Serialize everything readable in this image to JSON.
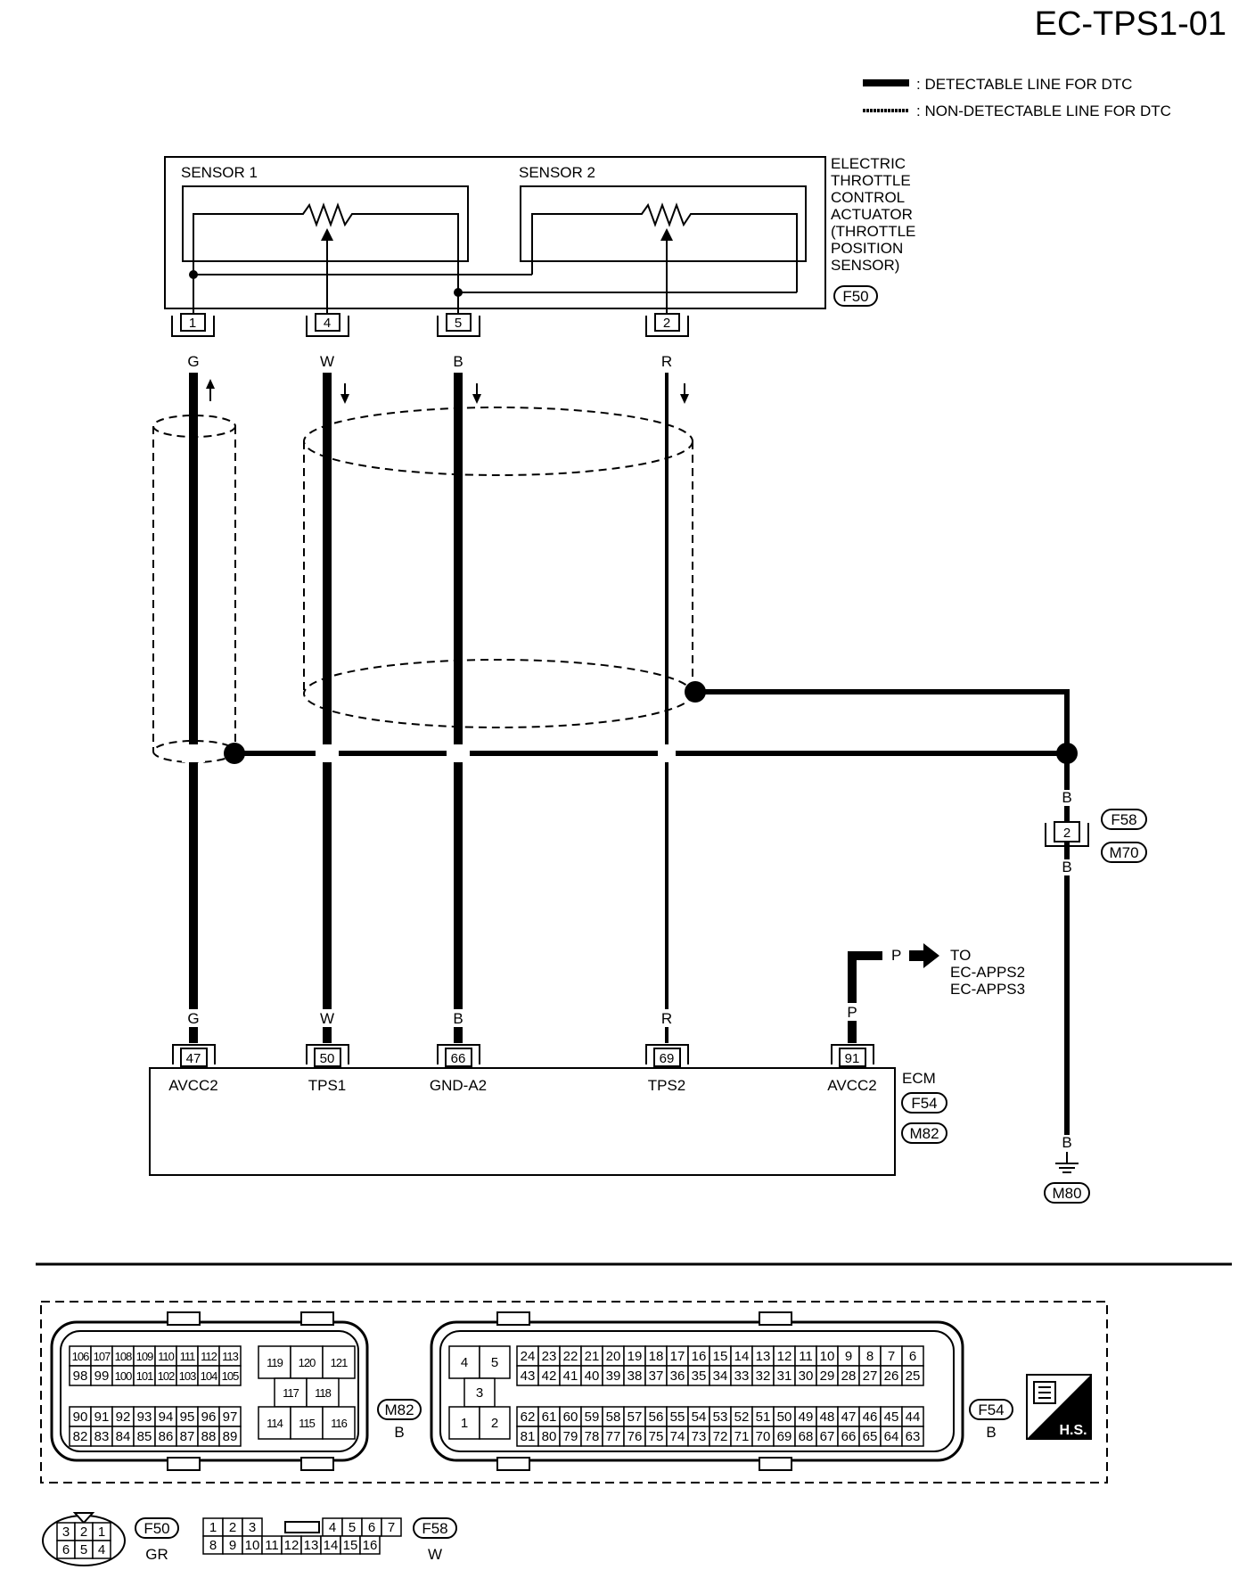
{
  "page_title": "EC-TPS1-01",
  "legend": {
    "detectable": ": DETECTABLE LINE FOR DTC",
    "non_detectable": ": NON-DETECTABLE LINE FOR DTC"
  },
  "actuator": {
    "sensor1_label": "SENSOR 1",
    "sensor2_label": "SENSOR 2",
    "name_lines": [
      "ELECTRIC",
      "THROTTLE",
      "CONTROL",
      "ACTUATOR",
      "(THROTTLE",
      "POSITION",
      "SENSOR)"
    ],
    "connector_id": "F50",
    "pins": [
      "1",
      "4",
      "5",
      "2"
    ],
    "wire_colors": [
      "G",
      "W",
      "B",
      "R"
    ]
  },
  "ground_path": {
    "color_top": "B",
    "connector_pin": "2",
    "connector_a": "F58",
    "connector_b": "M70",
    "color_mid": "B",
    "color_bottom": "B",
    "ground_id": "M80"
  },
  "ecm": {
    "label": "ECM",
    "connector_a": "F54",
    "connector_b": "M82",
    "pins": [
      "47",
      "50",
      "66",
      "69",
      "91"
    ],
    "wire_colors": [
      "G",
      "W",
      "B",
      "R",
      "P"
    ],
    "terminal_names": [
      "AVCC2",
      "TPS1",
      "GND-A2",
      "TPS2",
      "AVCC2"
    ]
  },
  "to_ref": {
    "wire_color": "P",
    "lines": [
      "TO",
      "EC-APPS2",
      "EC-APPS3"
    ]
  },
  "connectors": {
    "m82": {
      "id": "M82",
      "color": "B",
      "rows_a": [
        [
          "106",
          "107",
          "108",
          "109",
          "110",
          "111",
          "112",
          "113"
        ],
        [
          "98",
          "99",
          "100",
          "101",
          "102",
          "103",
          "104",
          "105"
        ]
      ],
      "rows_b": [
        [
          "90",
          "91",
          "92",
          "93",
          "94",
          "95",
          "96",
          "97"
        ],
        [
          "82",
          "83",
          "84",
          "85",
          "86",
          "87",
          "88",
          "89"
        ]
      ],
      "mid_top": [
        "119",
        "120",
        "121"
      ],
      "mid_center": [
        "117",
        "118"
      ],
      "mid_bottom": [
        "114",
        "115",
        "116"
      ]
    },
    "f54": {
      "id": "F54",
      "color": "B",
      "left_top": [
        "4",
        "5"
      ],
      "left_mid": "3",
      "left_bottom": [
        "1",
        "2"
      ],
      "rows_a": [
        [
          "24",
          "23",
          "22",
          "21",
          "20",
          "19",
          "18",
          "17",
          "16",
          "15",
          "14",
          "13",
          "12",
          "11",
          "10",
          "9",
          "8",
          "7",
          "6"
        ],
        [
          "43",
          "42",
          "41",
          "40",
          "39",
          "38",
          "37",
          "36",
          "35",
          "34",
          "33",
          "32",
          "31",
          "30",
          "29",
          "28",
          "27",
          "26",
          "25"
        ]
      ],
      "rows_b": [
        [
          "62",
          "61",
          "60",
          "59",
          "58",
          "57",
          "56",
          "55",
          "54",
          "53",
          "52",
          "51",
          "50",
          "49",
          "48",
          "47",
          "46",
          "45",
          "44"
        ],
        [
          "81",
          "80",
          "79",
          "78",
          "77",
          "76",
          "75",
          "74",
          "73",
          "72",
          "71",
          "70",
          "69",
          "68",
          "67",
          "66",
          "65",
          "64",
          "63"
        ]
      ]
    },
    "f50": {
      "id": "F50",
      "color": "GR",
      "top": [
        "3",
        "2",
        "1"
      ],
      "bottom": [
        "6",
        "5",
        "4"
      ]
    },
    "f58": {
      "id": "F58",
      "color": "W",
      "top_left": [
        "1",
        "2",
        "3"
      ],
      "top_right": [
        "4",
        "5",
        "6",
        "7"
      ],
      "bottom": [
        "8",
        "9",
        "10",
        "11",
        "12",
        "13",
        "14",
        "15",
        "16"
      ]
    },
    "hs_label": "H.S."
  }
}
